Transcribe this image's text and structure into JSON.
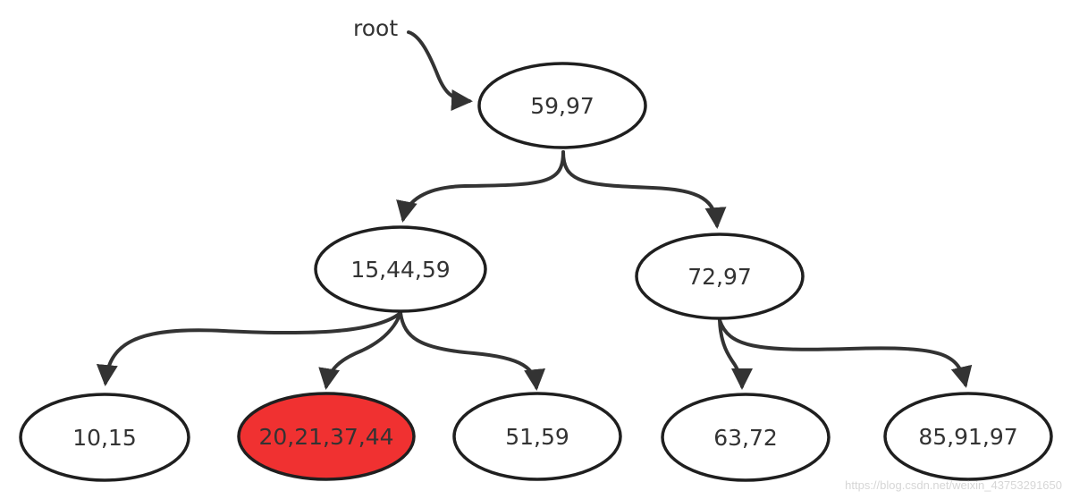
{
  "pointer": {
    "label": "root"
  },
  "nodes": [
    {
      "id": "n-root",
      "label": "59,97",
      "fill": "#ffffff"
    },
    {
      "id": "n-left",
      "label": "15,44,59",
      "fill": "#ffffff"
    },
    {
      "id": "n-right",
      "label": "72,97",
      "fill": "#ffffff"
    },
    {
      "id": "n-ll",
      "label": "10,15",
      "fill": "#ffffff"
    },
    {
      "id": "n-lm",
      "label": "20,21,37,44",
      "fill": "#f03131"
    },
    {
      "id": "n-lr",
      "label": "51,59",
      "fill": "#ffffff"
    },
    {
      "id": "n-rl",
      "label": "63,72",
      "fill": "#ffffff"
    },
    {
      "id": "n-rr",
      "label": "85,91,97",
      "fill": "#ffffff"
    }
  ],
  "edges": [
    {
      "from": "n-root",
      "to": "n-left"
    },
    {
      "from": "n-root",
      "to": "n-right"
    },
    {
      "from": "n-left",
      "to": "n-ll"
    },
    {
      "from": "n-left",
      "to": "n-lm"
    },
    {
      "from": "n-left",
      "to": "n-lr"
    },
    {
      "from": "n-right",
      "to": "n-rl"
    },
    {
      "from": "n-right",
      "to": "n-rr"
    }
  ],
  "colors": {
    "stroke": "#1f1f1f",
    "edge": "#333333",
    "highlight": "#f03131"
  },
  "watermark": "https://blog.csdn.net/weixin_43753291650"
}
